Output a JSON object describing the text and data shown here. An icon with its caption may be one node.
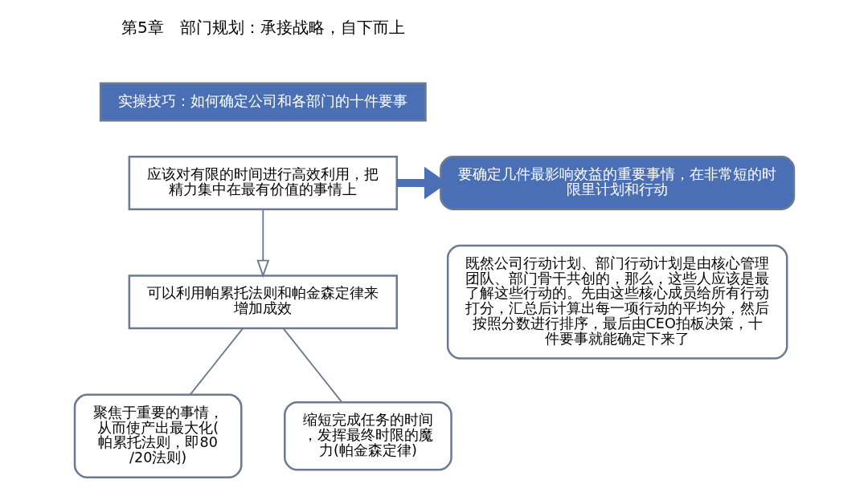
{
  "diagram": {
    "nodes": [
      {
        "text": [
          "实操技巧：如何确定公司和各部门的十件要事"
        ]
      },
      {
        "text": [
          "应该对有限的时间进行高效利用，把精力集中在最有价值的事情上"
        ]
      },
      {
        "text": [
          "可以利用帕累托法则和帕金森定律来增加成效"
        ]
      },
      {
        "text": [
          "聚焦于重要的事情，从而使产出最大化(帕累托法则，即80/20法则)"
        ]
      },
      {
        "text": [
          "缩短完成任务的时间，发挥最终时限的魔力(帕金森定律)"
        ]
      },
      {
        "text": [
          "要确定几件最影响效益的重要事情，在非常短的时限里计划和行动"
        ]
      },
      {
        "text": [
          "既然公司行动计划、部门行动计划是由核心管理团队、部门骨干共创的，那么，这些人应该是最了解这些行动的。先由这些核心成员给所有行动打分，汇总后计算出每一项行动的平均分，然后按照分数进行排序，最后由CEO拍板决策，十件要事就能确定下来了"
        ]
      }
    ],
    "edges": [
      {
        "from": 1,
        "to": 2,
        "arrow": "to"
      },
      {
        "from": 2,
        "to": 3,
        "arrow": "none"
      },
      {
        "from": 2,
        "to": 4,
        "arrow": "none"
      },
      {
        "from": 1,
        "to": 5,
        "arrow": "to",
        "style": "thick",
        "color": "#4a6fb5"
      }
    ],
    "labels": [
      "第5章　部门规划：承接战略，自下而上"
    ]
  }
}
